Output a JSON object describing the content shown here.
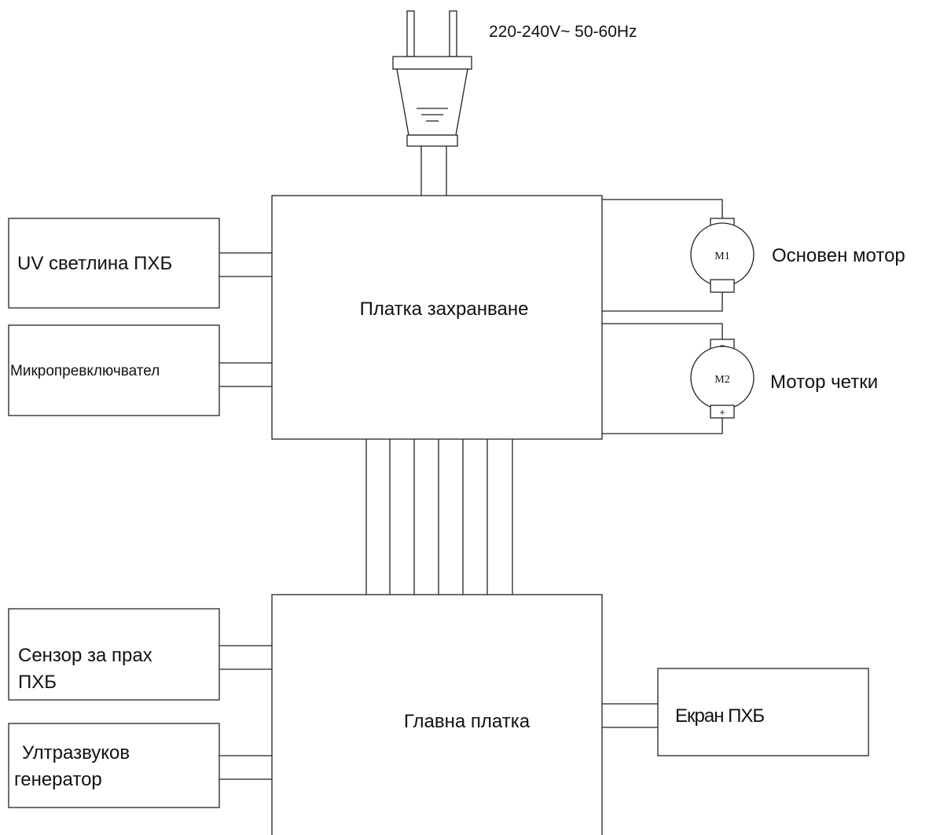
{
  "power": {
    "label": "220-240V~ 50-60Hz"
  },
  "blocks": {
    "power_board": "Платка захранване",
    "main_board": "Главна платка",
    "uv_light_pcb": "UV светлина ПХБ",
    "micro_switch": "Микропревключвател",
    "dust_sensor_line1": "Сензор за прах",
    "dust_sensor_line2": "ПХБ",
    "ultrasonic_line1": "Ултразвуков",
    "ultrasonic_line2": "генератор",
    "screen_pcb": "Екран ПХБ"
  },
  "motors": {
    "m1": {
      "id": "M1",
      "name": "Основен мотор"
    },
    "m2": {
      "id": "M2",
      "name": "Мотор четки",
      "minus": "−",
      "plus": "+"
    }
  },
  "colors": {
    "line": "#222222",
    "background": "#ffffff"
  }
}
